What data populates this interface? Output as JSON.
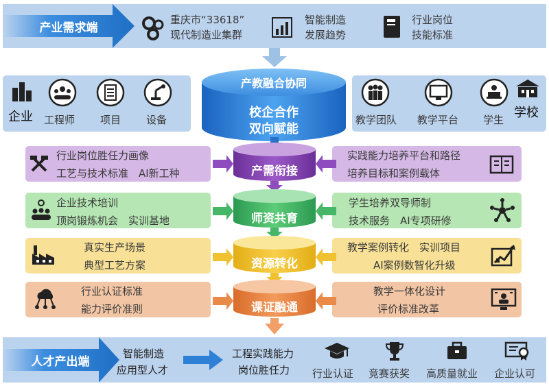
{
  "top": {
    "title": "产业需求端",
    "items": [
      {
        "icon": "gears-icon",
        "line1": "重庆市“33618”",
        "line2": "现代制造业集群"
      },
      {
        "icon": "bar-chart-icon",
        "line1": "智能制造",
        "line2": "发展趋势"
      },
      {
        "icon": "book-icon",
        "line1": "行业岗位",
        "line2": "技能标准"
      }
    ]
  },
  "enterprise": {
    "label": "企业",
    "items": [
      {
        "icon": "group-icon",
        "label": "工程师"
      },
      {
        "icon": "document-list-icon",
        "label": "项目"
      },
      {
        "icon": "robot-arm-icon",
        "label": "设备"
      }
    ]
  },
  "center": {
    "top_label": "产教融合协同",
    "main_line1": "校企合作",
    "main_line2": "双向赋能"
  },
  "school": {
    "label": "学校",
    "items": [
      {
        "icon": "team-icon",
        "label": "教学团队"
      },
      {
        "icon": "monitor-icon",
        "label": "教学平台"
      },
      {
        "icon": "student-icon",
        "label": "学生"
      }
    ]
  },
  "rows": [
    {
      "hub": "产需衔接",
      "left_lines": [
        "行业岗位胜任力画像",
        "工艺与技术标准　AI新工种"
      ],
      "right_lines": [
        "实践能力培养平台和路径",
        "培养目标和案例载体"
      ],
      "left_icon": "tools-icon",
      "right_icon": "open-book-icon"
    },
    {
      "hub": "师资共育",
      "left_lines": [
        "企业技术培训",
        "顶岗锻炼机会　实训基地"
      ],
      "right_lines": [
        "学生培养双导师制",
        "技术服务　AI专项研修"
      ],
      "left_icon": "people-pin-icon",
      "right_icon": "teamwork-icon"
    },
    {
      "hub": "资源转化",
      "left_lines": [
        "真实生产场景",
        "典型工艺方案"
      ],
      "right_lines": [
        "教学案例转化　实训项目",
        "AI案例数智化升级"
      ],
      "left_icon": "factory-icon",
      "right_icon": "growth-chart-icon"
    },
    {
      "hub": "课证融通",
      "left_lines": [
        "行业认证标准",
        "能力评价准则"
      ],
      "right_lines": [
        "教学一体化设计",
        "评价标准改革"
      ],
      "left_icon": "cloud-network-icon",
      "right_icon": "online-teaching-icon"
    }
  ],
  "bottom": {
    "title": "人才产出端",
    "talent_line1": "智能制造",
    "talent_line2": "应用型人才",
    "ability_line1": "工程实践能力",
    "ability_line2": "岗位胜任力",
    "items": [
      {
        "icon": "graduation-cap-icon",
        "label": "行业认证"
      },
      {
        "icon": "trophy-icon",
        "label": "竞赛获奖"
      },
      {
        "icon": "briefcase-icon",
        "label": "高质量就业"
      },
      {
        "icon": "certificate-icon",
        "label": "企业认可"
      }
    ]
  },
  "colors": {
    "blue_band": "#bcd3ee",
    "arrow_blue": "#2e7fd6",
    "purple": "#d5b8e6",
    "green": "#b5e6b3",
    "yellow": "#f8e196",
    "orange": "#f2c6a5"
  }
}
